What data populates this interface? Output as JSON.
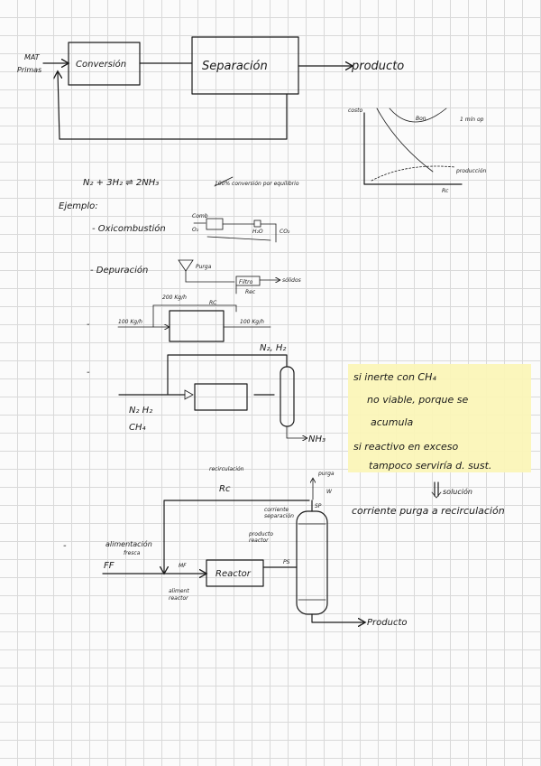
{
  "top_diagram": {
    "input_label_1": "MAT",
    "input_label_2": "Primas",
    "block_conversion": "Conversión",
    "block_separation": "Separación",
    "output_label": "producto"
  },
  "small_chart": {
    "y_axis_label": "costo",
    "curve_total": "Bon",
    "curve_optimum": "1 mín op",
    "curve_production": "producción",
    "x_axis_label": "Rc"
  },
  "reaction": {
    "equation": "N₂ + 3H₂ ⇌ 2NH₃",
    "note": "100% conversión por equilibrio"
  },
  "examples": {
    "heading": "Ejemplo:",
    "item1": "- Oxicombustión",
    "item1_label_a": "Comb",
    "item1_label_b": "O₂",
    "item1_label_c": "H₂O",
    "item1_label_d": "CO₂",
    "item2": "- Depuración",
    "item2_label_a": "Purga",
    "item2_label_b": "Filtro",
    "item2_label_c": "Rec",
    "item2_output": "sólidos",
    "item3_dash": "-",
    "item3_top_flow": "200 Kg/h",
    "item3_recycle": "RC",
    "item3_input": "100 Kg/h",
    "item3_output": "100 Kg/h",
    "item4_dash": "-",
    "item4_top": "N₂, H₂",
    "item4_input": "N₂ H₂",
    "item4_input2": "CH₄",
    "item4_output": "NH₃"
  },
  "highlight_note": {
    "line1": "si inerte con CH₄",
    "line2": "no viable, porque se",
    "line3": "acumula",
    "line4": "si reactivo en exceso",
    "line5": "tampoco serviría d. sust."
  },
  "solution": {
    "label": "solución",
    "text": "corriente purga a recirculación"
  },
  "bottom_diagram": {
    "recirculation_label": "recirculación",
    "recirculation_symbol": "Rc",
    "purge_label": "purga",
    "purge_symbol": "W",
    "sp_label": "SP",
    "separator_label_1": "corriente",
    "separator_label_2": "separación",
    "product_reactor_1": "producto",
    "product_reactor_2": "reactor",
    "dash": "-",
    "feed_label_1": "alimentación",
    "feed_label_2": "fresca",
    "feed_symbol": "FF",
    "mf_label": "MF",
    "reactor_label": "Reactor",
    "ps_label": "PS",
    "mix_label_1": "aliment",
    "mix_label_2": "reactor",
    "product_output": "Producto"
  }
}
